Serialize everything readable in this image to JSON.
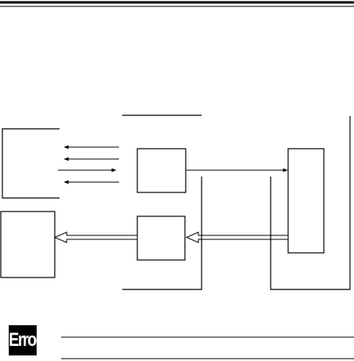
{
  "badge": {
    "label": "Error"
  },
  "colors": {
    "ink": "#000000",
    "paper": "#ffffff"
  },
  "icons": [
    "arrow-left",
    "arrow-right",
    "hollow-arrow-left"
  ]
}
